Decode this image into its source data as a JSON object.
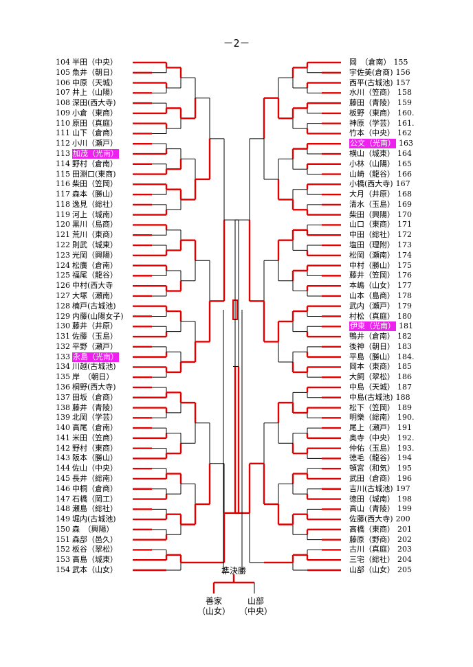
{
  "page_number": "－2－",
  "left_entries": [
    {
      "no": "104",
      "name": "半田（中央）"
    },
    {
      "no": "105",
      "name": "魚井（朝日）"
    },
    {
      "no": "106",
      "name": "中原（天城）"
    },
    {
      "no": "107",
      "name": "井上（山陽）"
    },
    {
      "no": "108",
      "name": "深田(西大寺)"
    },
    {
      "no": "109",
      "name": "小倉（東商）"
    },
    {
      "no": "110",
      "name": "原田（真庭）"
    },
    {
      "no": "111",
      "name": "山下（倉商）"
    },
    {
      "no": "112",
      "name": "小川（瀬戸）"
    },
    {
      "no": "113",
      "name": "加茂（光南）",
      "highlight": true
    },
    {
      "no": "114",
      "name": "野村（倉南）"
    },
    {
      "no": "115",
      "name": "田淵口(東商)"
    },
    {
      "no": "116",
      "name": "柴田（笠岡）"
    },
    {
      "no": "117",
      "name": "森本（勝山）"
    },
    {
      "no": "118",
      "name": "逸見（総社）"
    },
    {
      "no": "119",
      "name": "河上（城南）"
    },
    {
      "no": "120",
      "name": "黒川（島商）"
    },
    {
      "no": "121",
      "name": "荒川（東商）"
    },
    {
      "no": "122",
      "name": "則武（城東）"
    },
    {
      "no": "123",
      "name": "光岡（興陽）"
    },
    {
      "no": "124",
      "name": "松廣（倉南）"
    },
    {
      "no": "125",
      "name": "福尾（龍谷）"
    },
    {
      "no": "126",
      "name": "中村(西大寺"
    },
    {
      "no": "127",
      "name": "大塚（瀬南）"
    },
    {
      "no": "128",
      "name": "楠戸(古城池)"
    },
    {
      "no": "129",
      "name": "内藤(山陽女子)"
    },
    {
      "no": "130",
      "name": "藤井（井原）"
    },
    {
      "no": "131",
      "name": "佐藤（玉島）"
    },
    {
      "no": "132",
      "name": "平野（瀬戸）"
    },
    {
      "no": "133",
      "name": "永島（光南）",
      "highlight": true
    },
    {
      "no": "134",
      "name": "川越(古城池)"
    },
    {
      "no": "135",
      "name": "岸　（朝日）"
    },
    {
      "no": "136",
      "name": "桐野(西大寺)"
    },
    {
      "no": "137",
      "name": "田坂（倉商）"
    },
    {
      "no": "138",
      "name": "藤井（青陵）"
    },
    {
      "no": "139",
      "name": "北岡（学芸）"
    },
    {
      "no": "140",
      "name": "高尾（倉南）"
    },
    {
      "no": "141",
      "name": "米田（笠商）"
    },
    {
      "no": "142",
      "name": "野村（東商）"
    },
    {
      "no": "143",
      "name": "阪本（勝山）"
    },
    {
      "no": "144",
      "name": "佐山（中央）"
    },
    {
      "no": "145",
      "name": "長井（総南）"
    },
    {
      "no": "146",
      "name": "中桐（倉商）"
    },
    {
      "no": "147",
      "name": "石橋（岡工）"
    },
    {
      "no": "148",
      "name": "瀬島（総社）"
    },
    {
      "no": "149",
      "name": "堀内(古城池)"
    },
    {
      "no": "150",
      "name": "森　（興陽）"
    },
    {
      "no": "151",
      "name": "森部（邑久）"
    },
    {
      "no": "152",
      "name": "板谷（翠松）"
    },
    {
      "no": "153",
      "name": "高島（城東）"
    },
    {
      "no": "154",
      "name": "武本（山女）"
    }
  ],
  "right_entries": [
    {
      "no": "155",
      "name": "岡　（倉南）"
    },
    {
      "no": "156",
      "name": "宇佐美(倉商)"
    },
    {
      "no": "157",
      "name": "西平(古城池)"
    },
    {
      "no": "158",
      "name": "水川（笠商）"
    },
    {
      "no": "159",
      "name": "藤田（青陵）"
    },
    {
      "no": "160.",
      "name": "板野（東商）"
    },
    {
      "no": "161.",
      "name": "神原（学芸）"
    },
    {
      "no": "162",
      "name": "竹本（中央）"
    },
    {
      "no": "163",
      "name": "公文（光南）",
      "highlight": true
    },
    {
      "no": "164",
      "name": "横山（城東）"
    },
    {
      "no": "165",
      "name": "小林（山陽）"
    },
    {
      "no": "166",
      "name": "山崎（龍谷）"
    },
    {
      "no": "167",
      "name": "小橋(西大寺)"
    },
    {
      "no": "168",
      "name": "大月（井原）"
    },
    {
      "no": "169",
      "name": "清水（玉島）"
    },
    {
      "no": "170",
      "name": "柴田（興陽）"
    },
    {
      "no": "171",
      "name": "山口（東商）"
    },
    {
      "no": "172",
      "name": "中田（総社）"
    },
    {
      "no": "173",
      "name": "塩田（理附）"
    },
    {
      "no": "174",
      "name": "松岡（瀬南）"
    },
    {
      "no": "175",
      "name": "中村（勝山）"
    },
    {
      "no": "176",
      "name": "藤井（笠岡）"
    },
    {
      "no": "177",
      "name": "本嶋（山女）"
    },
    {
      "no": "178",
      "name": "山本（島商）"
    },
    {
      "no": "179",
      "name": "武内（瀬戸）"
    },
    {
      "no": "180",
      "name": "村松（真庭）"
    },
    {
      "no": "181",
      "name": "伊東（光南）",
      "highlight": true
    },
    {
      "no": "182",
      "name": "鴨井（倉南）"
    },
    {
      "no": "183",
      "name": "後神（朝日）"
    },
    {
      "no": "184.",
      "name": "平島（勝山）"
    },
    {
      "no": "185",
      "name": "岡本（東商）"
    },
    {
      "no": "186",
      "name": "大飼（翠松）"
    },
    {
      "no": "187",
      "name": "中島（天城）"
    },
    {
      "no": "188",
      "name": "中島(古城池)"
    },
    {
      "no": "189",
      "name": "松下（笠岡）"
    },
    {
      "no": "190.",
      "name": "明樂（総南）"
    },
    {
      "no": "191",
      "name": "尾上（瀬戸）"
    },
    {
      "no": "192.",
      "name": "奥寺（中央）"
    },
    {
      "no": "193.",
      "name": "仲佑（玉島）"
    },
    {
      "no": "194",
      "name": "徳毛（龍谷）"
    },
    {
      "no": "195",
      "name": "頓宮（和気）"
    },
    {
      "no": "196",
      "name": "武田（倉商）"
    },
    {
      "no": "197",
      "name": "吉川(古城池)"
    },
    {
      "no": "198",
      "name": "徳田（城南）"
    },
    {
      "no": "199",
      "name": "高山（青陵）"
    },
    {
      "no": "200",
      "name": "佐藤(西大寺)"
    },
    {
      "no": "201",
      "name": "高橋（東商）"
    },
    {
      "no": "202",
      "name": "藤原（野商）"
    },
    {
      "no": "203",
      "name": "古川（真庭）"
    },
    {
      "no": "204",
      "name": "三宅（総社）"
    },
    {
      "no": "205",
      "name": "山部（山女）"
    }
  ],
  "semifinal_label": "準決勝",
  "finalists": [
    {
      "name": "善家",
      "school": "（山女）"
    },
    {
      "name": "山部",
      "school": "（中央）"
    }
  ],
  "colors": {
    "winner_line": "#e00000",
    "loser_line": "#000000",
    "highlight_bg": "#ee22ee"
  }
}
